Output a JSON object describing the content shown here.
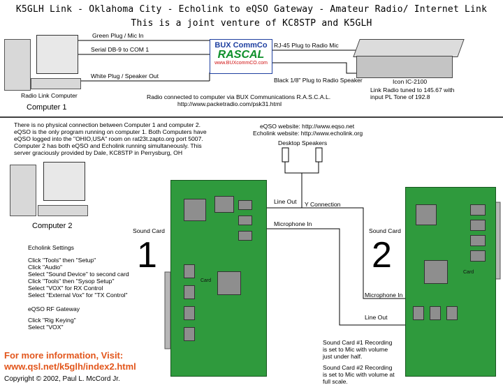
{
  "title": {
    "line1": "K5GLH Link - Oklahoma City  -  Echolink to eQSO Gateway  -  Amateur Radio/ Internet Link",
    "line2": "This is a joint venture of KC8STP and K5GLH"
  },
  "top": {
    "cable_green": "Green Plug / Mic In",
    "cable_serial": "Serial DB-9 to COM 1",
    "cable_white": "White Plug / Speaker Out",
    "cable_rj45": "RJ-45 Plug to Radio Mic",
    "cable_black": "Black 1/8\" Plug to Radio Speaker",
    "rascal_brand": "BUX CommCo",
    "rascal_name": "RASCAL",
    "rascal_url": "www.BUXcommCO.com",
    "radio_model": "Icon IC-2100",
    "radio_note1": "Link Radio tuned to 145.67 with",
    "radio_note2": "input PL Tone of 192.8",
    "computer_caption": "Radio Link Computer",
    "computer_name": "Computer 1",
    "connection1": "Radio connected to computer via BUX Communications R.A.S.C.A.L.",
    "connection2": "http://www.packetradio.com/psk31.html"
  },
  "bottom": {
    "desc": [
      "There is no physical connection between Computer 1 and computer 2.",
      "eQSO is the only program running on computer 1.  Both Computers have",
      "eQSO logged into the \"OHIO,USA\" room on rat23t.zapto.org port 5007.",
      "Computer 2 has both eQSO and Echolink running simultaneously.  This",
      "server graciously provided by Dale, KC8STP in Perrysburg, OH"
    ],
    "eqso_site": "eQSO website: http://www.eqso.net",
    "echolink_site": "Echolink website: http://www.echolink.org",
    "speakers": "Desktop Speakers",
    "computer2_name": "Computer 2",
    "line_out_top": "Line Out",
    "y_connection": "Y Connection",
    "mic_in_top": "Microphone In",
    "sound_card_left": "Sound Card",
    "sound_card_right": "Sound Card",
    "num1": "1",
    "num2": "2",
    "mic_in_right": "Microphone In",
    "line_out_right": "Line Out",
    "card_chip_label": "Card",
    "echolink_title": "Echolink Settings",
    "echolink_steps": [
      "Click \"Tools\" then \"Setup\"",
      "Click \"Audio\"",
      "Select \"Sound Device\" to second card",
      "Click \"Tools\" then \"Sysop Setup\"",
      "Select \"VOX\" for RX Control",
      "Select \"External Vox\" for \"TX Control\""
    ],
    "eqso_title": "eQSO RF Gateway",
    "eqso_steps": [
      "Click \"Rig Keying\"",
      "Select \"VOX\""
    ],
    "recording": [
      "Sound Card #1 Recording",
      "is set to Mic with volume",
      "just under half.",
      "",
      "Sound Card #2 Recording",
      "is set to Mic with volume at",
      "full scale."
    ],
    "more_info1": "For more information, Visit:",
    "more_info2": "www.qsl.net/k5glh/index2.html",
    "copyright": "Copyright © 2002, Paul L. McCord Jr."
  }
}
